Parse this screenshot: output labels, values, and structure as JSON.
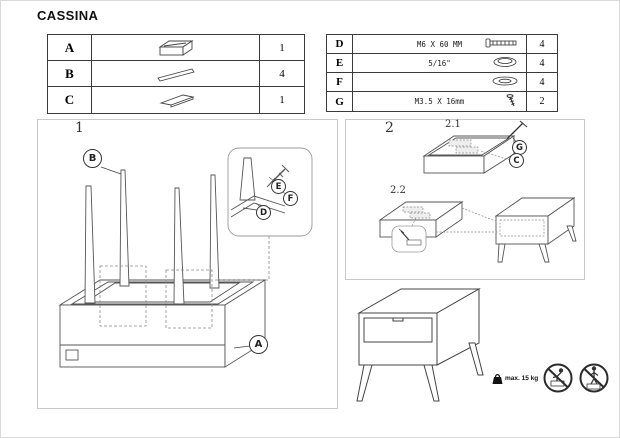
{
  "title": "CASSINA",
  "parts_left": {
    "rows": [
      {
        "label": "A",
        "icon": "drawer-box-icon",
        "qty": "1"
      },
      {
        "label": "B",
        "icon": "table-leg-icon",
        "qty": "4"
      },
      {
        "label": "C",
        "icon": "flat-panel-icon",
        "qty": "1"
      }
    ]
  },
  "parts_right": {
    "rows": [
      {
        "label": "D",
        "desc": "M6 X 60 MM",
        "icon": "bolt-icon",
        "qty": "4"
      },
      {
        "label": "E",
        "desc": "5/16\"",
        "icon": "cap-icon",
        "qty": "4"
      },
      {
        "label": "F",
        "desc": "",
        "icon": "washer-icon",
        "qty": "4"
      },
      {
        "label": "G",
        "desc": "M3.5 X 16mm",
        "icon": "screw-icon",
        "qty": "2"
      }
    ]
  },
  "steps": {
    "one": {
      "number": "1",
      "label_a": "A",
      "label_b": "B",
      "label_d": "D",
      "label_e": "E",
      "label_f": "F"
    },
    "two": {
      "number": "2",
      "sub_one": "2.1",
      "sub_two": "2.2",
      "label_g": "G",
      "label_c": "C"
    }
  },
  "footer": {
    "max_weight": "max. 15 kg"
  }
}
